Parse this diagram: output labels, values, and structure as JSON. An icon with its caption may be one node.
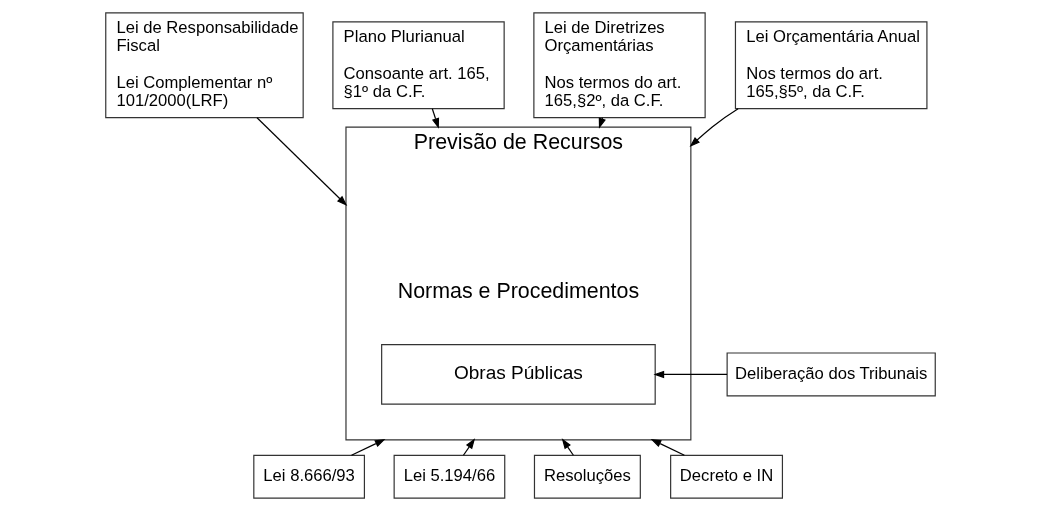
{
  "diagram": {
    "nodes": [
      {
        "text": [
          "Lei de Responsabilidade Fiscal",
          "Lei Complementar nº 101/2000(LRF)"
        ]
      },
      {
        "text": [
          "Plano Plurianual",
          "Consoante art. 165, §1º da C.F."
        ]
      },
      {
        "text": [
          "Lei de Diretrizes Orçamentárias",
          "Nos termos do art. 165,§2º, da C.F."
        ]
      },
      {
        "text": [
          "Lei Orçamentária Anual",
          "Nos termos do art. 165,§5º, da C.F."
        ]
      },
      {
        "text": [
          "Previsão de Recursos",
          "Normas e Procedimentos"
        ]
      },
      {
        "text": [
          "Obras Públicas"
        ],
        "in": 4
      },
      {
        "text": [
          "Deliberação dos Tribunais"
        ]
      },
      {
        "text": [
          "Lei 8.666/93"
        ]
      },
      {
        "text": [
          "Lei 5.194/66"
        ]
      },
      {
        "text": [
          "Resoluções"
        ]
      },
      {
        "text": [
          "Decreto e IN"
        ]
      }
    ],
    "edges": [
      {
        "from": 0,
        "to": 4,
        "arrow": "to"
      },
      {
        "from": 1,
        "to": 4,
        "arrow": "to"
      },
      {
        "from": 2,
        "to": 4,
        "arrow": "to"
      },
      {
        "from": 3,
        "to": 4,
        "arrow": "to"
      },
      {
        "from": 6,
        "to": 4,
        "arrow": "to"
      },
      {
        "from": 7,
        "to": 4,
        "arrow": "to"
      },
      {
        "from": 8,
        "to": 4,
        "arrow": "to"
      },
      {
        "from": 9,
        "to": 4,
        "arrow": "to"
      },
      {
        "from": 10,
        "to": 4,
        "arrow": "to"
      }
    ]
  }
}
